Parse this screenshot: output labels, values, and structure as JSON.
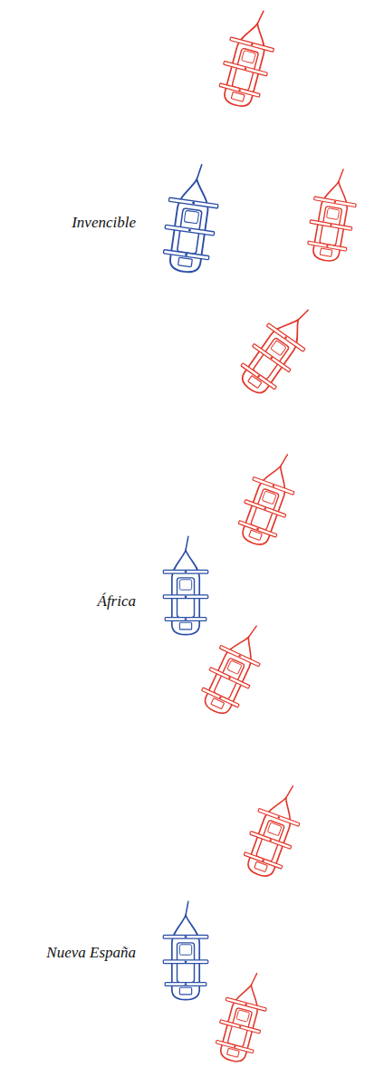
{
  "diagram": {
    "labels": [
      "Invencible",
      "África",
      "Nueva España"
    ]
  }
}
